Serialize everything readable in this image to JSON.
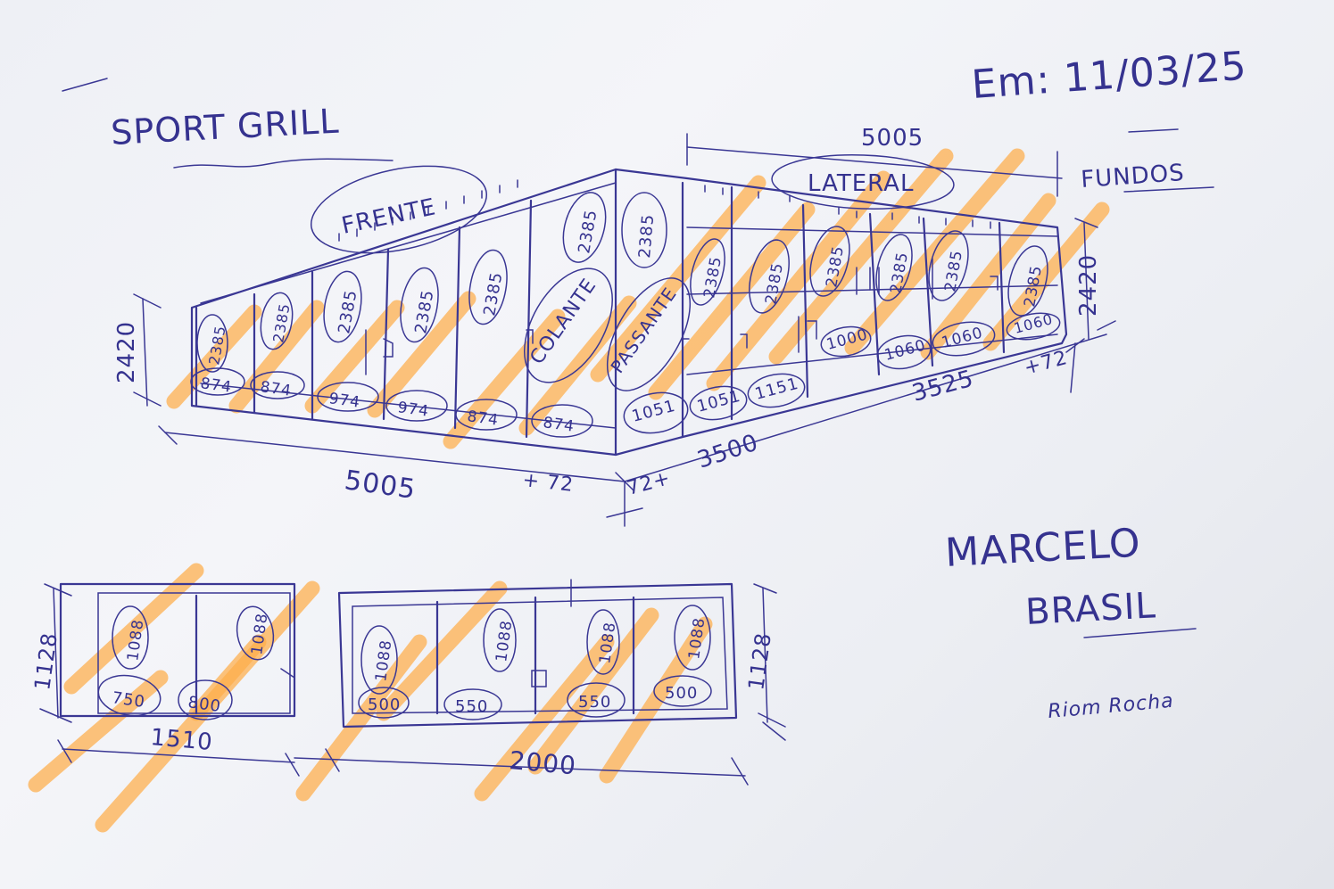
{
  "colors": {
    "ink": "#3a3794",
    "highlighter": "#ffae4a",
    "paper": "#eef0f5"
  },
  "header": {
    "title": "SPORT GRILL",
    "date": "Em: 11/03/25"
  },
  "top_view": {
    "labels": {
      "front": "FRENTE",
      "side": "LATERAL",
      "back": "FUNDOS",
      "corner": "COLANTE",
      "pass": "PASSANTE"
    },
    "front_width": "5005",
    "front_width_add": "+ 72",
    "front_height": "2420",
    "front_panel_heights": [
      "2385",
      "2385",
      "2385",
      "2385",
      "2385"
    ],
    "front_panel_widths": [
      "874",
      "874",
      "974",
      "974",
      "874",
      "874"
    ],
    "corner_height": "2385",
    "corner_side_height": "2385",
    "side_width_top": "5005",
    "side_width_bottom": "3500",
    "side_width_bottom_add": "72+",
    "side_right_width": "3525",
    "side_right_add": "+72",
    "side_height": "2420",
    "side_panel_heights": [
      "2385",
      "2385",
      "2385",
      "2385",
      "2385",
      "2385"
    ],
    "side_panel_widths": [
      "1051",
      "1051",
      "1151"
    ],
    "side_door_width": "1000",
    "side_panel_widths_right": [
      "1060",
      "1060",
      "1060"
    ]
  },
  "bottom_left": {
    "width": "1510",
    "height": "1128",
    "panel_heights": [
      "1088",
      "1088"
    ],
    "panel_widths": [
      "750",
      "800"
    ]
  },
  "bottom_right": {
    "width": "2000",
    "height": "1128",
    "panel_heights": [
      "1088",
      "1088",
      "1088",
      "1088"
    ],
    "panel_widths": [
      "500",
      "550",
      "550",
      "500"
    ]
  },
  "signature": {
    "name_line1": "MARCELO",
    "name_line2": "BRASIL",
    "author": "Riom Rocha"
  }
}
